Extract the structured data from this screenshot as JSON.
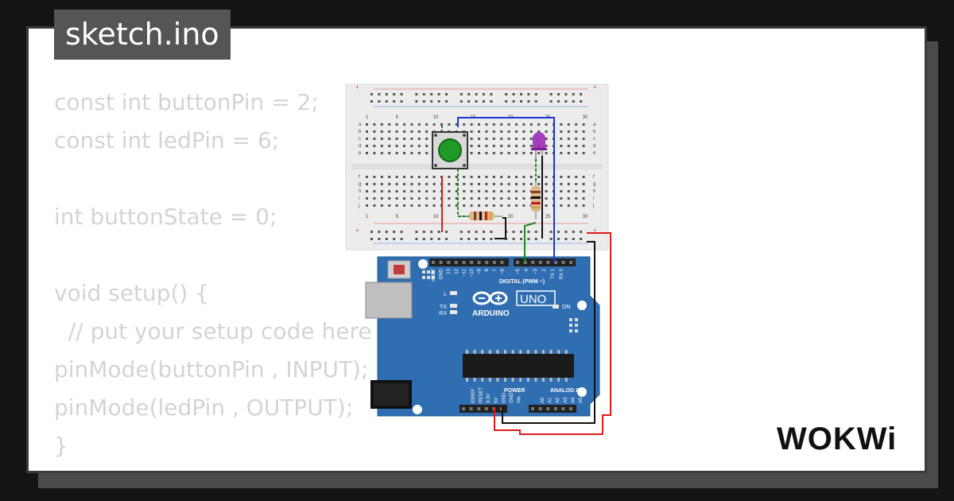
{
  "tab": {
    "title": "sketch.ino"
  },
  "code_lines": [
    "const int buttonPin = 2;",
    "const int ledPin = 6;",
    "",
    "int buttonState = 0;",
    "",
    "void setup() {",
    "  // put your setup code here",
    "pinMode(buttonPin , INPUT);",
    "pinMode(ledPin , OUTPUT);",
    "}"
  ],
  "breadboard": {
    "row_letters_top": [
      "a",
      "b",
      "c",
      "d",
      "e"
    ],
    "row_letters_bottom": [
      "f",
      "g",
      "h",
      "i",
      "j"
    ],
    "column_numbers": [
      "1",
      "5",
      "10",
      "15",
      "20",
      "25",
      "30"
    ],
    "plus": "+",
    "minus": "-"
  },
  "arduino": {
    "model": "UNO",
    "brand": "ARDUINO",
    "digital_label": "DIGITAL (PWM ~)",
    "analog_label": "ANALOG IN",
    "power_label": "POWER",
    "on_label": "ON",
    "led_labels": [
      "L",
      "TX",
      "RX"
    ],
    "header_top_pins": [
      "AREF",
      "GND",
      "13",
      "12",
      "~11",
      "~10",
      "~9",
      "8",
      "7",
      "~6",
      "~5",
      "4",
      "~3",
      "2",
      "TX 1",
      "RX 0"
    ],
    "power_pins": [
      "IOREF",
      "RESET",
      "3.3V",
      "5V",
      "GND",
      "GND",
      "Vin"
    ],
    "analog_pins": [
      "A0",
      "A1",
      "A2",
      "A3",
      "A4",
      "A5"
    ]
  },
  "wire_colors": {
    "red": "#e01b1b",
    "black": "#111111",
    "blue": "#1f35d8",
    "green": "#1d8a1d"
  },
  "logo": {
    "text": "WOKWi"
  }
}
